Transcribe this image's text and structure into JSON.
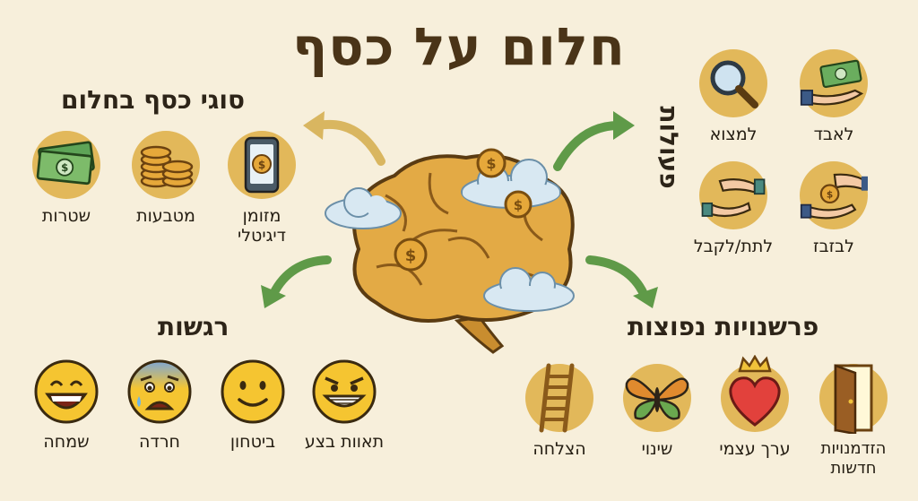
{
  "title": "חלום על כסף",
  "sections": {
    "money_types": {
      "title": "סוגי כסף בחלום",
      "items": [
        {
          "label": "שטרות",
          "icon": "banknotes-icon"
        },
        {
          "label": "מטבעות",
          "icon": "coins-icon"
        },
        {
          "label": "מזומן דיגיטלי",
          "icon": "smartphone-icon"
        }
      ]
    },
    "actions": {
      "title": "פעולות",
      "items": [
        {
          "label": "לאבד",
          "icon": "losing-money-icon"
        },
        {
          "label": "למצוא",
          "icon": "magnifier-icon"
        },
        {
          "label": "לבזבז",
          "icon": "spending-coin-icon"
        },
        {
          "label": "לתת/לקבל",
          "icon": "giving-hands-icon"
        }
      ]
    },
    "emotions": {
      "title": "רגשות",
      "items": [
        {
          "label": "שמחה",
          "icon": "joy-face-icon"
        },
        {
          "label": "חרדה",
          "icon": "anxious-face-icon"
        },
        {
          "label": "ביטחון",
          "icon": "calm-face-icon"
        },
        {
          "label": "תאוות בצע",
          "icon": "greedy-face-icon"
        }
      ]
    },
    "interpretations": {
      "title": "פרשנויות נפוצות",
      "items": [
        {
          "label": "הצלחה",
          "icon": "ladder-icon"
        },
        {
          "label": "שינוי",
          "icon": "butterfly-icon"
        },
        {
          "label": "ערך עצמי",
          "icon": "crowned-heart-icon"
        },
        {
          "label": "הזדמנויות חדשות",
          "icon": "open-door-icon"
        }
      ]
    }
  },
  "colors": {
    "background": "#f7efdb",
    "icon_circle": "#e2b85a",
    "arrow_tan": "#d9b660",
    "arrow_green": "#5f9a48",
    "brain": "#e3aa45"
  }
}
